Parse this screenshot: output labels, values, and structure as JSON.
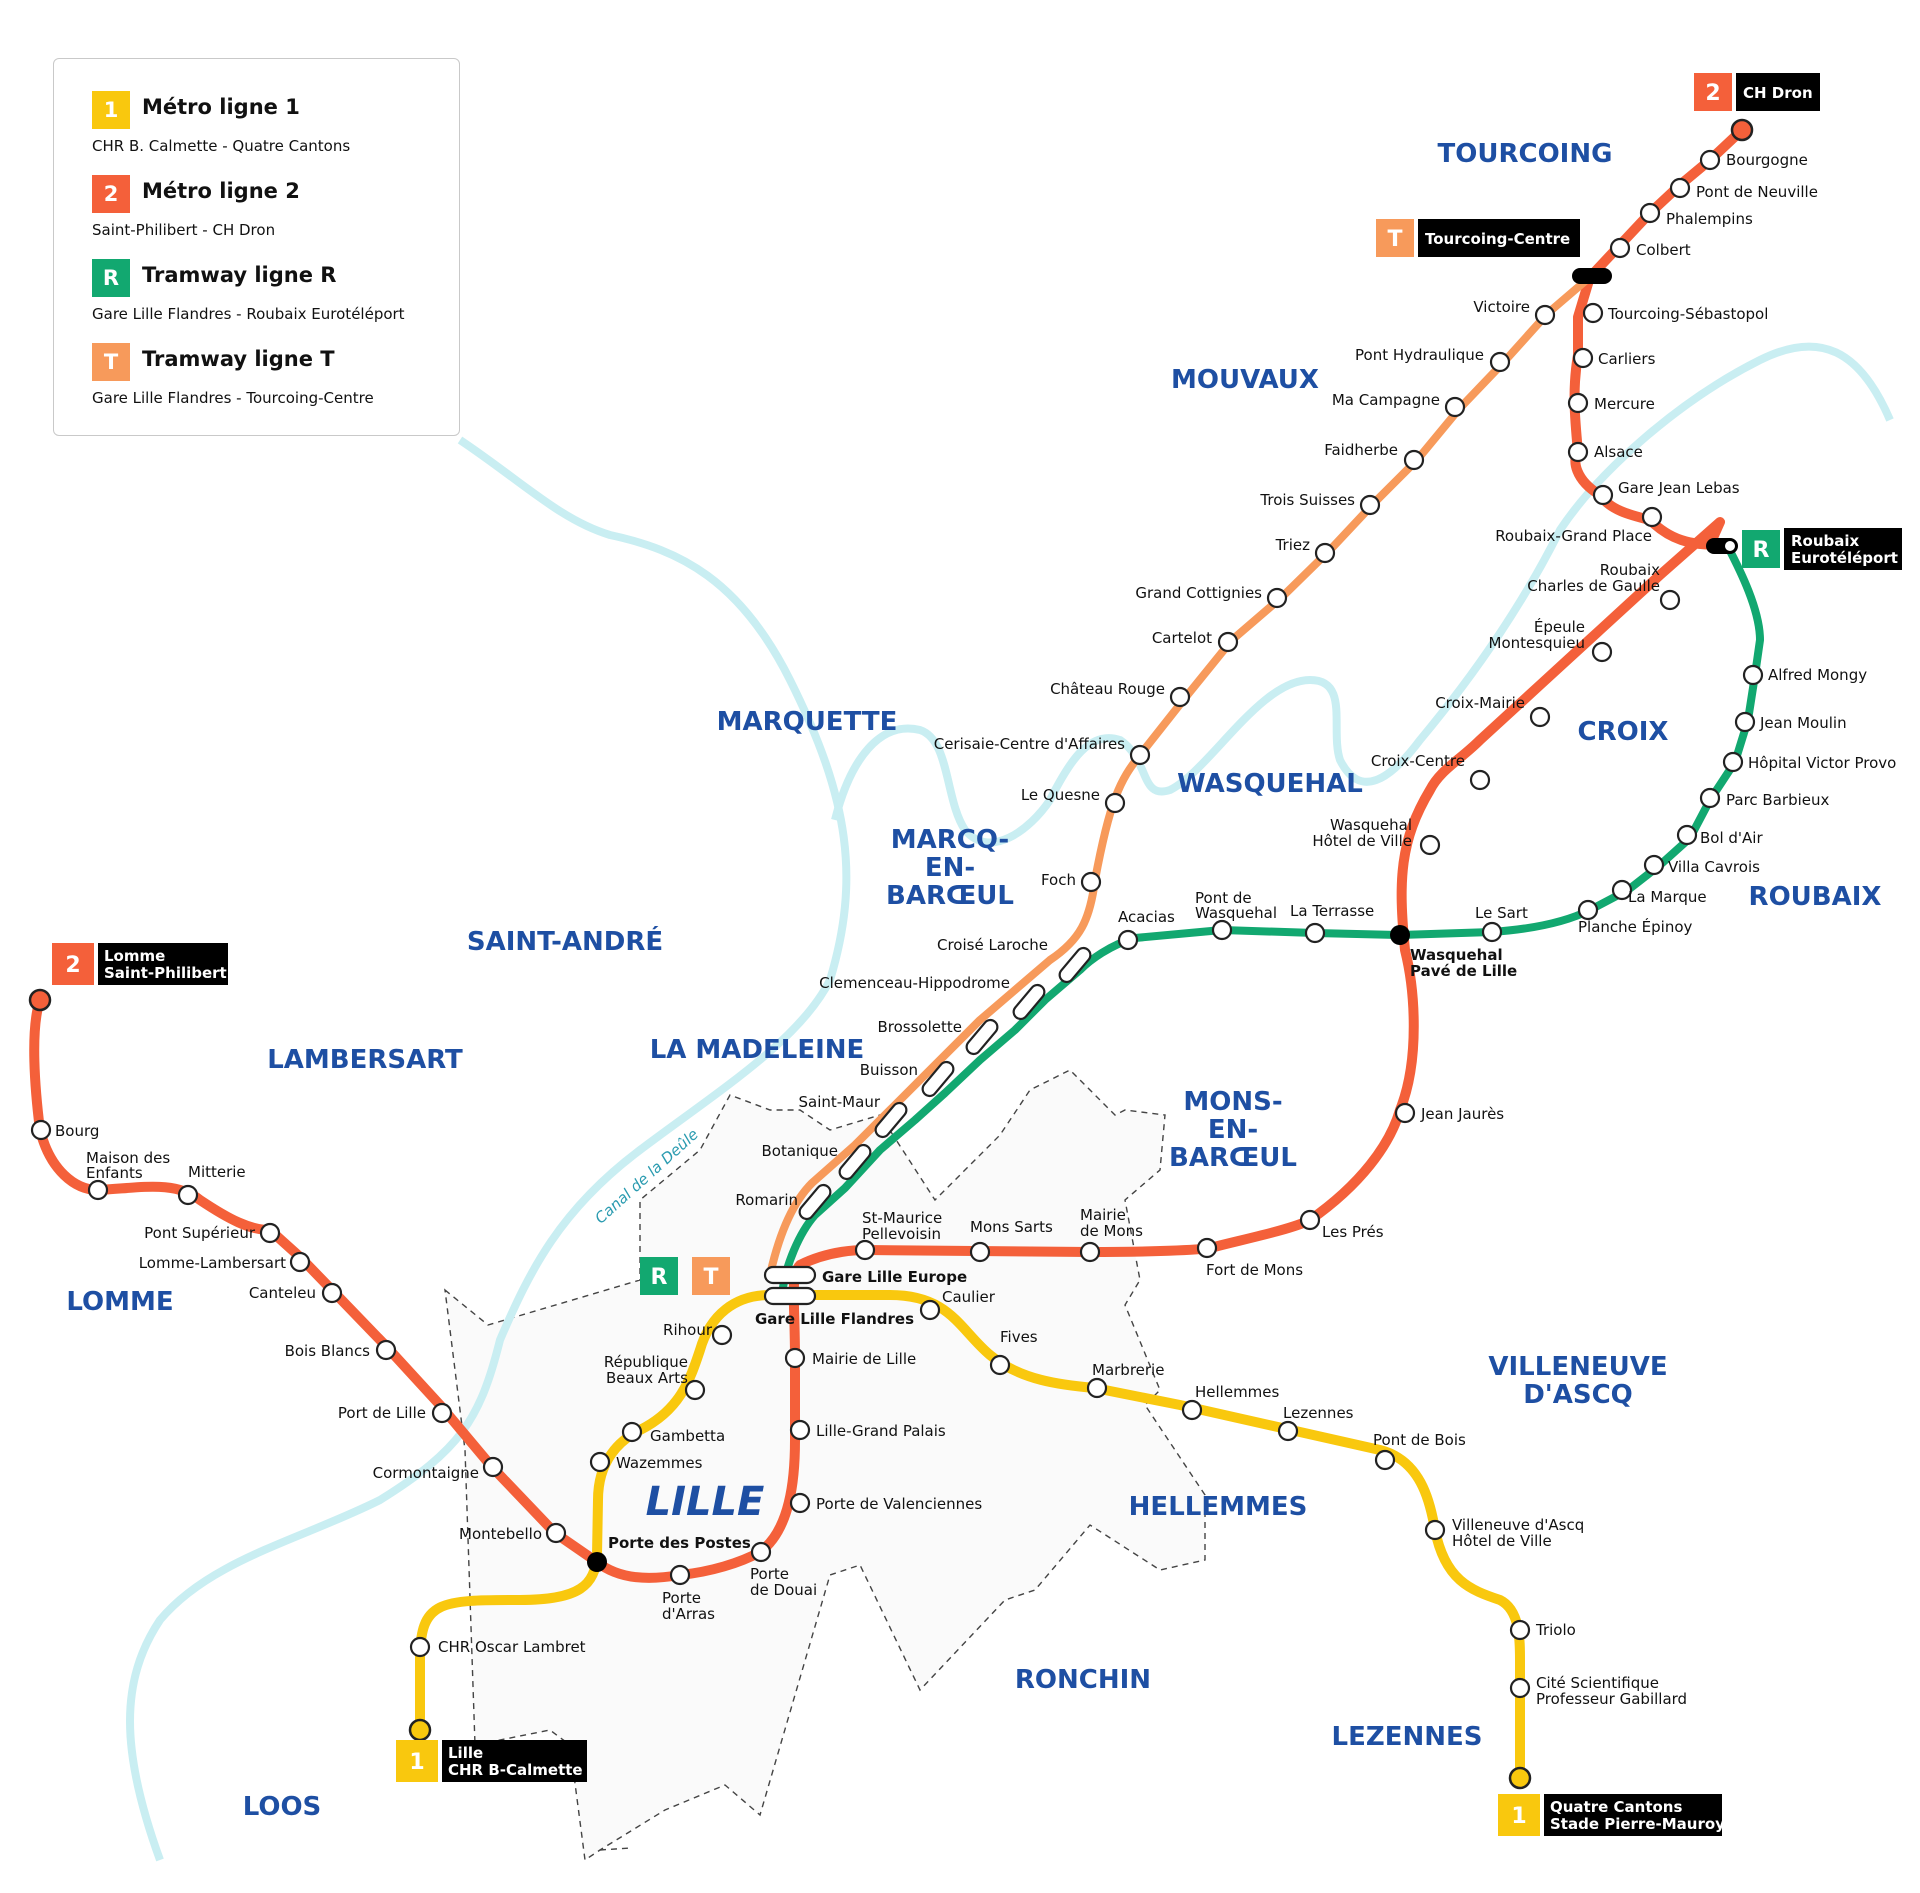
{
  "colors": {
    "m1": "#f9c80e",
    "m2": "#f4603a",
    "tr": "#12a870",
    "tt": "#f79a5b",
    "river": "#c9eef2",
    "city": "#1e4fa3",
    "terminal_bg": "#000000"
  },
  "legend": [
    {
      "badge": "1",
      "color": "#f9c80e",
      "title": "Métro ligne 1",
      "sub": "CHR B. Calmette - Quatre Cantons"
    },
    {
      "badge": "2",
      "color": "#f4603a",
      "title": "Métro ligne 2",
      "sub": "Saint-Philibert - CH Dron"
    },
    {
      "badge": "R",
      "color": "#12a870",
      "title": "Tramway ligne R",
      "sub": "Gare Lille Flandres - Roubaix Eurotéléport"
    },
    {
      "badge": "T",
      "color": "#f79a5b",
      "title": "Tramway ligne T",
      "sub": "Gare Lille Flandres - Tourcoing-Centre"
    }
  ],
  "terminals": [
    {
      "badge": "2",
      "color": "#f4603a",
      "text": [
        "CH Dron"
      ]
    },
    {
      "badge": "T",
      "color": "#f79a5b",
      "text": [
        "Tourcoing-Centre"
      ]
    },
    {
      "badge": "R",
      "color": "#12a870",
      "text": [
        "Roubaix",
        "Eurotéléport"
      ]
    },
    {
      "badge": "2",
      "color": "#f4603a",
      "text": [
        "Lomme",
        "Saint-Philibert"
      ]
    },
    {
      "badge": "1",
      "color": "#f9c80e",
      "text": [
        "Lille",
        "CHR B-Calmette"
      ]
    },
    {
      "badge": "1",
      "color": "#f9c80e",
      "text": [
        "Quatre Cantons",
        "Stade Pierre-Mauroy"
      ]
    }
  ],
  "gare_badges": [
    "R",
    "T"
  ],
  "cities": [
    "TOURCOING",
    "MOUVAUX",
    "MARQUETTE",
    "WASQUEHAL",
    "CROIX",
    "ROUBAIX",
    "SAINT-ANDRÉ",
    "LAMBERSART",
    "LA MADELEINE",
    "LOMME",
    "VILLENEUVE",
    "D'ASCQ",
    "HELLEMMES",
    "RONCHIN",
    "LEZENNES",
    "LOOS",
    "MARCQ-",
    "EN-",
    "BARŒUL",
    "MONS-",
    "EN-",
    "BARŒUL"
  ],
  "city_big": "LILLE",
  "canal": "Canal de la Deûle",
  "stations": {
    "m1": [
      "Rihour",
      "République",
      "Beaux Arts",
      "Gambetta",
      "Wazemmes",
      "Porte des Postes",
      "CHR Oscar Lambret",
      "Caulier",
      "Fives",
      "Marbrerie",
      "Hellemmes",
      "Lezennes",
      "Pont de Bois",
      "Villeneuve d'Ascq",
      "Hôtel de Ville",
      "Triolo",
      "Cité Scientifique",
      "Professeur Gabillard"
    ],
    "m2": [
      "Bourgogne",
      "Pont de Neuville",
      "Phalempins",
      "Colbert",
      "Tourcoing-Sébastopol",
      "Carliers",
      "Mercure",
      "Alsace",
      "Gare Jean Lebas",
      "Roubaix-Grand Place",
      "Roubaix",
      "Charles de Gaulle",
      "Épeule",
      "Montesquieu",
      "Croix-Mairie",
      "Croix-Centre",
      "Wasquehal",
      "Hôtel de Ville",
      "Wasquehal",
      "Pavé de Lille",
      "Jean Jaurès",
      "Les Prés",
      "Fort de Mons",
      "Mairie",
      "de Mons",
      "Mons Sarts",
      "St-Maurice",
      "Pellevoisin",
      "Gare Lille Europe",
      "Gare Lille Flandres",
      "Mairie de Lille",
      "Lille-Grand Palais",
      "Porte de Valenciennes",
      "Porte",
      "de Douai",
      "Porte",
      "d'Arras",
      "Montebello",
      "Cormontaigne",
      "Port de Lille",
      "Bois Blancs",
      "Canteleu",
      "Lomme-Lambersart",
      "Pont Supérieur",
      "Mitterie",
      "Maison des",
      "Enfants",
      "Bourg"
    ],
    "tram": [
      "Victoire",
      "Pont Hydraulique",
      "Ma Campagne",
      "Faidherbe",
      "Trois Suisses",
      "Triez",
      "Grand Cottignies",
      "Cartelot",
      "Château Rouge",
      "Cerisaie-Centre d'Affaires",
      "Le Quesne",
      "Foch",
      "Croisé Laroche",
      "Clemenceau-Hippodrome",
      "Brossolette",
      "Buisson",
      "Saint-Maur",
      "Botanique",
      "Romarin",
      "Acacias",
      "Pont de",
      "Wasquehal",
      "La Terrasse",
      "Le Sart",
      "La Marque",
      "Planche Épinoy",
      "Villa Cavrois",
      "Bol d'Air",
      "Parc Barbieux",
      "Hôpital Victor Provo",
      "Jean Moulin",
      "Alfred Mongy"
    ]
  }
}
